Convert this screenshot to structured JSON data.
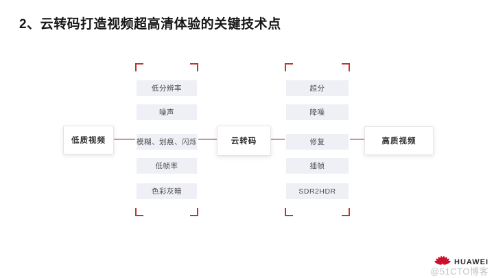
{
  "title": "2、云转码打造视频超高清体验的关键技术点",
  "diagram": {
    "source_box": {
      "label": "低质视频"
    },
    "transcode_box": {
      "label": "云转码"
    },
    "target_box": {
      "label": "高质视频"
    },
    "problem_items": [
      "低分辨率",
      "噪声",
      "模糊、划痕、闪烁",
      "低帧率",
      "色彩灰暗"
    ],
    "solution_items": [
      "超分",
      "降噪",
      "修复",
      "插帧",
      "SDR2HDR"
    ]
  },
  "footer": {
    "brand": "HUAWEI",
    "watermark": "@51CTO博客"
  },
  "colors": {
    "bracket_red": "#bf3434",
    "connector_pink": "#c89494",
    "bar_background": "#eef0f6",
    "huawei_red": "#ce0e2d"
  }
}
